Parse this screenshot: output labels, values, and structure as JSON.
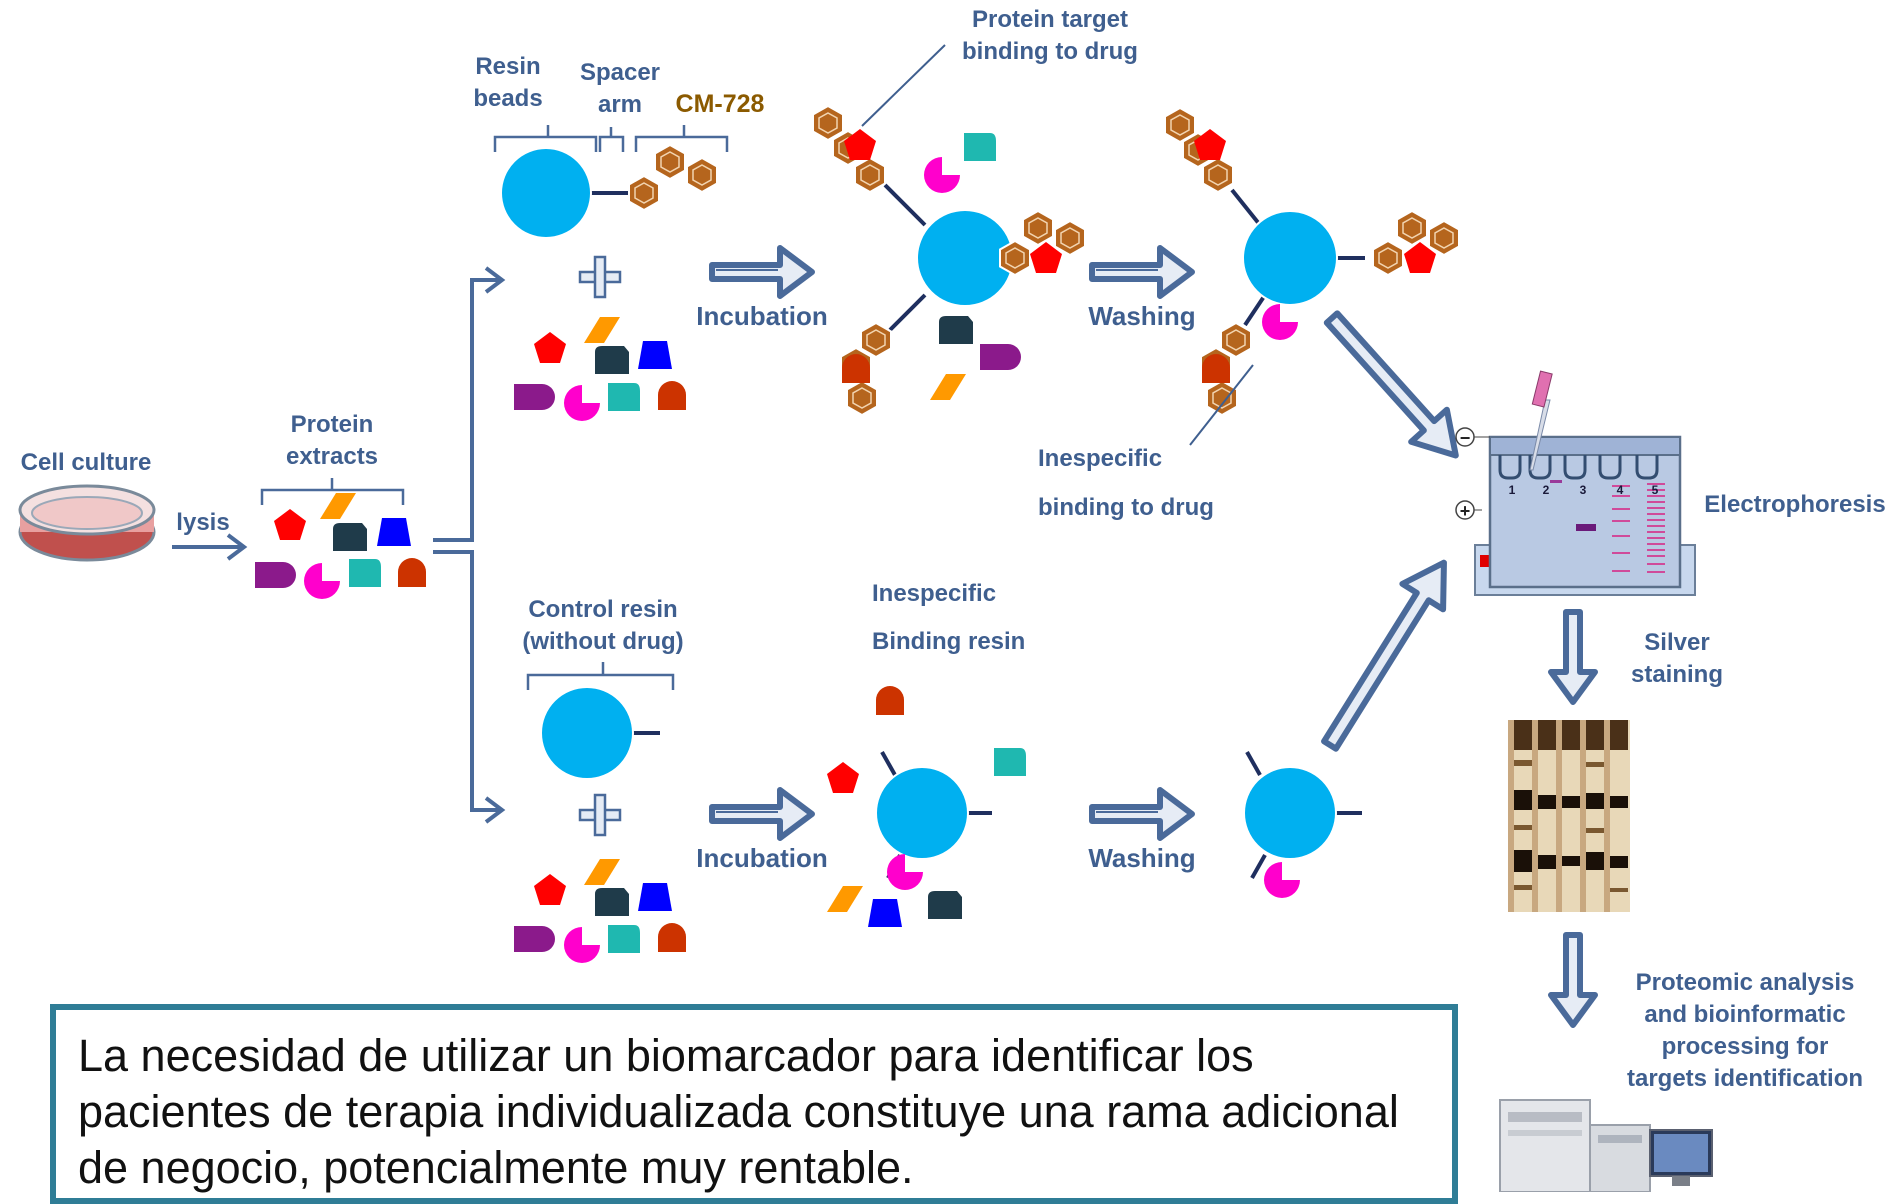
{
  "labels": {
    "cell_culture": "Cell culture",
    "lysis": "lysis",
    "protein_extracts": [
      "Protein",
      "extracts"
    ],
    "resin_beads": [
      "Resin",
      "beads"
    ],
    "spacer_arm": [
      "Spacer",
      "arm"
    ],
    "drug": "CM-728",
    "control_resin": [
      "Control resin",
      "(without drug)"
    ],
    "incubation_top": "Incubation",
    "incubation_bottom": "Incubation",
    "washing_top": "Washing",
    "washing_bottom": "Washing",
    "protein_target": [
      "Protein target",
      "binding to drug"
    ],
    "inespecific_drug": [
      "Inespecific",
      "binding to drug"
    ],
    "inespecific_resin": [
      "Inespecific",
      "Binding resin"
    ],
    "electrophoresis": "Electrophoresis",
    "silver_staining": [
      "Silver",
      "staining"
    ],
    "proteomic": [
      "Proteomic analysis",
      "and bioinformatic",
      "processing for",
      "targets identification"
    ],
    "gel_lanes": [
      "1",
      "2",
      "3",
      "4",
      "5"
    ],
    "electrode_minus": "−",
    "electrode_plus": "+"
  },
  "note": "La necesidad de utilizar un biomarcador para identificar los pacientes de terapia individualizada constituye una rama adicional de negocio, potencialmente muy rentable.",
  "colors": {
    "label": "#3f5f8f",
    "drug_label": "#8b5a00",
    "bead": "#00b0f0",
    "hexagon": "#b5651d",
    "arrow": "#4a6a9a",
    "protein_red": "#ff0000",
    "protein_orange": "#ff9900",
    "protein_dark": "#1f3b4a",
    "protein_blue": "#0000ff",
    "protein_purple": "#8b1a8b",
    "protein_magenta": "#ff00cc",
    "protein_teal": "#1fb8b0",
    "protein_rust": "#cc3300",
    "note_border": "#2f7d96"
  }
}
